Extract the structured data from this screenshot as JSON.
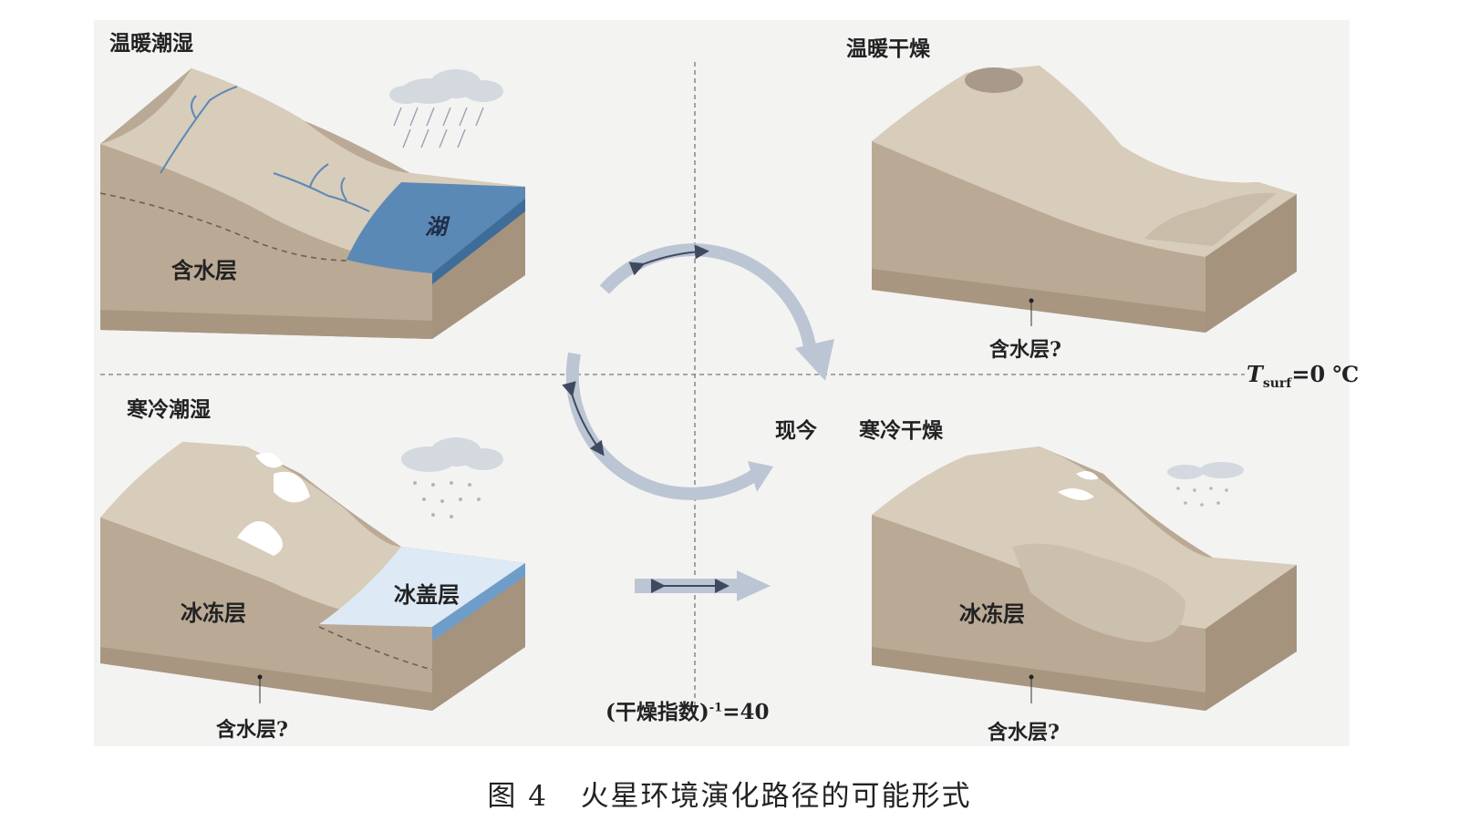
{
  "quadrants": {
    "warm_wet": {
      "title": "温暖潮湿",
      "lake": "湖",
      "aquifer": "含水层"
    },
    "warm_dry": {
      "title": "温暖干燥",
      "aquifer": "含水层?"
    },
    "cold_wet": {
      "title": "寒冷潮湿",
      "permafrost": "冰冻层",
      "ice_cover": "冰盖层",
      "aquifer": "含水层?"
    },
    "cold_dry": {
      "title": "寒冷干燥",
      "present": "现今",
      "permafrost": "冰冻层",
      "aquifer": "含水层?"
    }
  },
  "axes": {
    "temperature_symbol": "T",
    "temperature_subscript": "surf",
    "temperature_value": "=0 ℃",
    "aridity_label": "(干燥指数)",
    "aridity_exponent": "-1",
    "aridity_value": "=40"
  },
  "caption": {
    "figure_number": "图 4",
    "text": "火星环境演化路径的可能形式"
  },
  "colors": {
    "terrain": "#b8a896",
    "terrain_top": "#d6cab9",
    "terrain_dark": "#9c8a76",
    "lake": "#5b89b5",
    "ice": "#dde9f5",
    "arrow": "#bcc5d3",
    "arrow_inner": "#3f4a60"
  }
}
